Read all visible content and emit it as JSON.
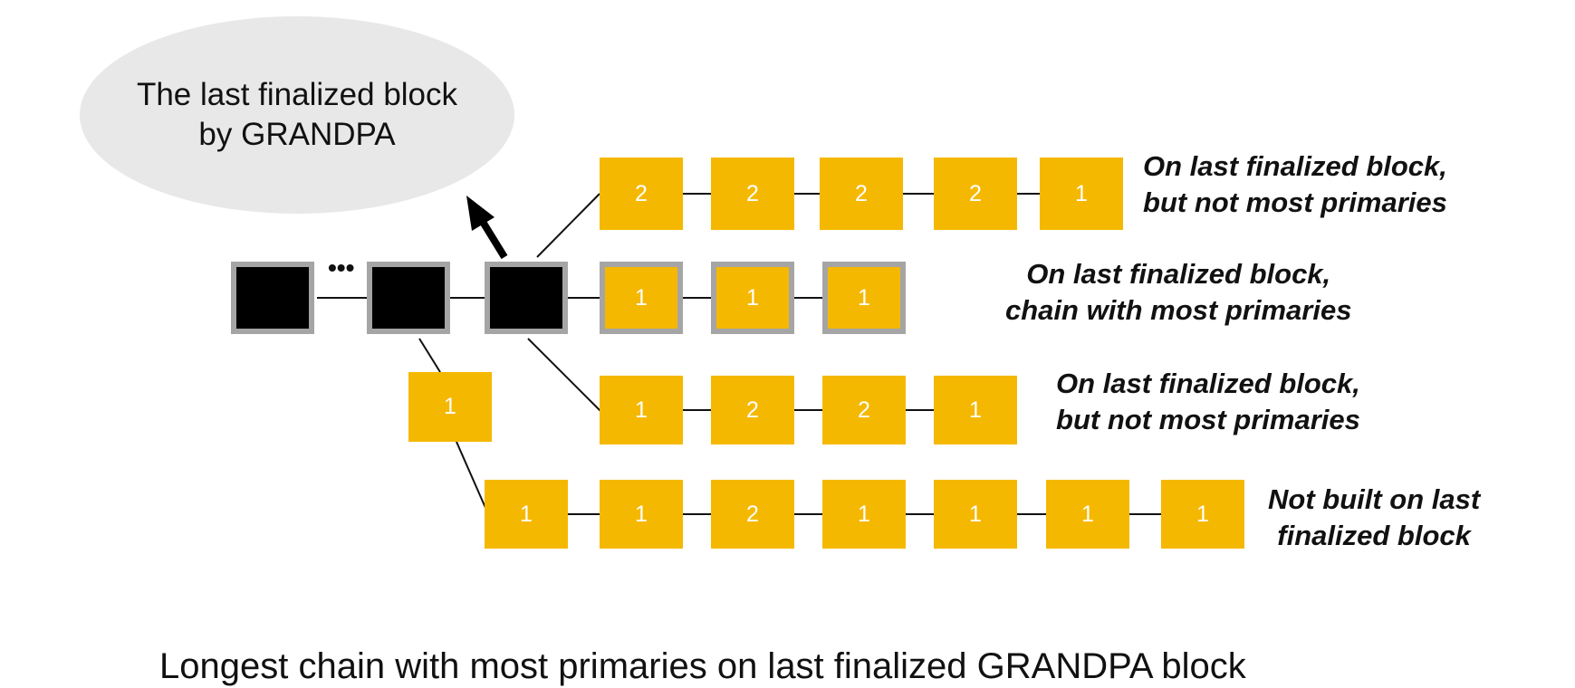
{
  "bubble": {
    "line1": "The last finalized block",
    "line2": "by GRANDPA"
  },
  "ellipsis": "•••",
  "chains": {
    "top": [
      "2",
      "2",
      "2",
      "2",
      "1"
    ],
    "main": [
      "1",
      "1",
      "1"
    ],
    "middle": [
      "1",
      "2",
      "2",
      "1"
    ],
    "fork": [
      "1"
    ],
    "bottom": [
      "1",
      "1",
      "2",
      "1",
      "1",
      "1",
      "1"
    ]
  },
  "labels": {
    "top": {
      "line1": "On last finalized block,",
      "line2": "but not most primaries"
    },
    "main": {
      "line1": "On last finalized block,",
      "line2": "chain with most primaries"
    },
    "middle": {
      "line1": "On last finalized block,",
      "line2": "but not most primaries"
    },
    "bottom": {
      "line1": "Not built on last",
      "line2": "finalized block"
    }
  },
  "caption": "Longest chain with most primaries on last finalized GRANDPA block",
  "colors": {
    "block": "#f5b800",
    "finalized_block": "#000000",
    "block_border": "#a5a5a5",
    "bubble": "#e8e8e8"
  }
}
